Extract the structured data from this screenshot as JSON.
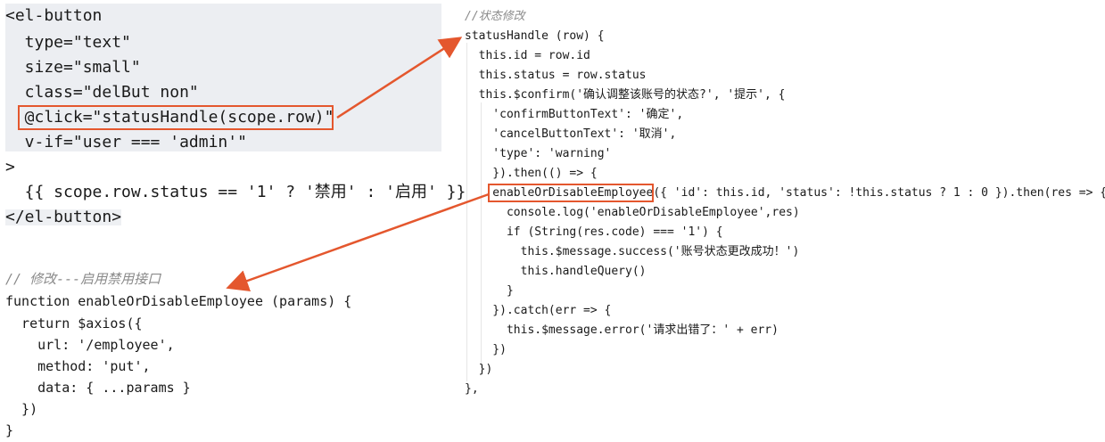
{
  "template": {
    "lines": [
      "<el-button",
      "  type=\"text\"",
      "  size=\"small\"",
      "  class=\"delBut non\"",
      "  @click=\"statusHandle(scope.row)\"",
      "  v-if=\"user === 'admin'\"",
      ">",
      "  {{ scope.row.status == '1' ? '禁用' : '启用' }}",
      "</el-button>"
    ]
  },
  "api": {
    "comment": "// 修改---启用禁用接口",
    "lines": [
      "function enableOrDisableEmployee (params) {",
      "  return $axios({",
      "    url: '/employee',",
      "    method: 'put',",
      "    data: { ...params }",
      "  })",
      "}"
    ]
  },
  "handler": {
    "comment": "//状态修改",
    "lines": [
      "statusHandle (row) {",
      "  this.id = row.id",
      "  this.status = row.status",
      "  this.$confirm('确认调整该账号的状态?', '提示', {",
      "    'confirmButtonText': '确定',",
      "    'cancelButtonText': '取消',",
      "    'type': 'warning'",
      "    }).then(() => {",
      "    enableOrDisableEmployee({ 'id': this.id, 'status': !this.status ? 1 : 0 }).then(res => {",
      "      console.log('enableOrDisableEmployee',res)",
      "      if (String(res.code) === '1') {",
      "        this.$message.success('账号状态更改成功！')",
      "        this.handleQuery()",
      "      }",
      "    }).catch(err => {",
      "      this.$message.error('请求出错了：' + err)",
      "    })",
      "  })",
      "},"
    ]
  },
  "colors": {
    "highlight_box": "#e4572e",
    "arrow": "#e4572e"
  }
}
